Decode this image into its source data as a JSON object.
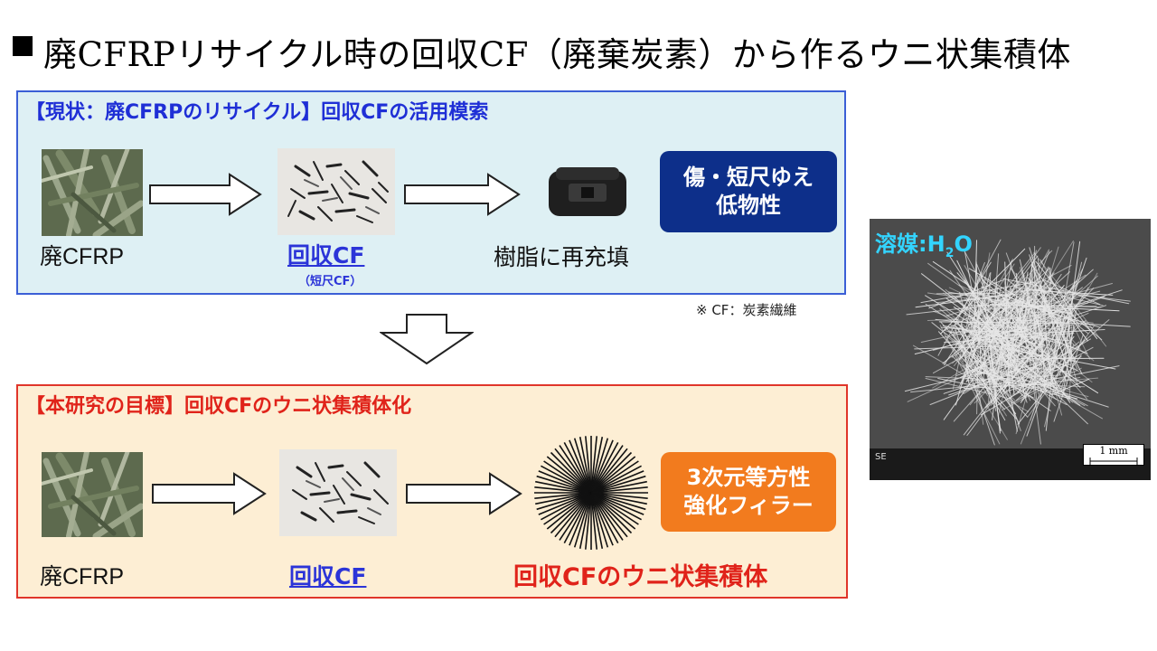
{
  "title": "廃CFRPリサイクル時の回収CF（廃棄炭素）から作るウニ状集積体",
  "panel_current": {
    "heading": "【現状：廃CFRPのリサイクル】回収CFの活用模索",
    "step1_label": "廃CFRP",
    "step2_label": "回収CF",
    "step2_sublabel": "（短尺CF）",
    "step3_label": "樹脂に再充填",
    "badge_line1": "傷・短尺ゆえ",
    "badge_line2": "低物性"
  },
  "note": "※ CF：炭素繊維",
  "panel_goal": {
    "heading": "【本研究の目標】回収CFのウニ状集積体化",
    "step1_label": "廃CFRP",
    "step2_label": "回収CF",
    "step3_label": "回収CFのウニ状集積体",
    "badge_line1": "3次元等方性",
    "badge_line2": "強化フィラー"
  },
  "sem": {
    "label_prefix": "溶媒:",
    "label_formula_base": "H",
    "label_formula_sub": "2",
    "label_formula_tail": "O",
    "scale": "1 mm",
    "detector": "SE"
  },
  "colors": {
    "current_border": "#3b5fd6",
    "current_bg": "#def0f4",
    "goal_border": "#e0352a",
    "goal_bg": "#fdeed4",
    "badge_low": "#0d2f8a",
    "badge_iso": "#f27b1e"
  }
}
